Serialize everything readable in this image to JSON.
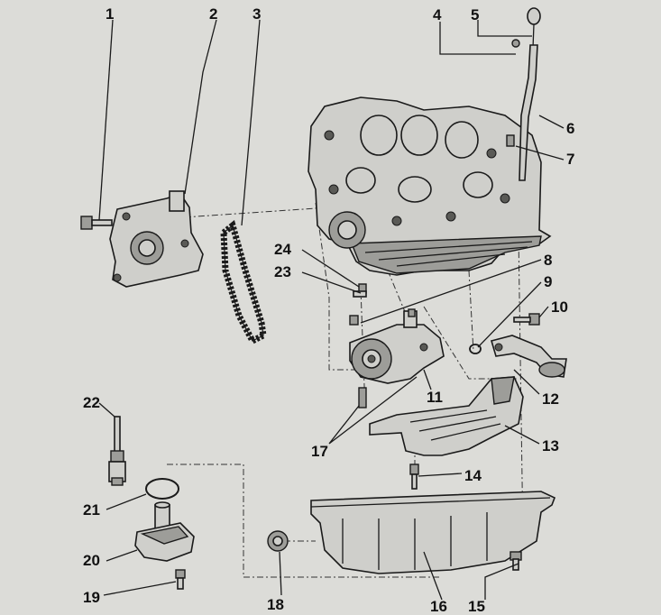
{
  "figure": {
    "background_color": "#dcdcd8",
    "line_color": "#1a1a1a",
    "callouts": [
      {
        "id": "c1",
        "label": "1"
      },
      {
        "id": "c2",
        "label": "2"
      },
      {
        "id": "c3",
        "label": "3"
      },
      {
        "id": "c4",
        "label": "4"
      },
      {
        "id": "c5",
        "label": "5"
      },
      {
        "id": "c6",
        "label": "6"
      },
      {
        "id": "c7",
        "label": "7"
      },
      {
        "id": "c8",
        "label": "8"
      },
      {
        "id": "c9",
        "label": "9"
      },
      {
        "id": "c10",
        "label": "10"
      },
      {
        "id": "c11",
        "label": "11"
      },
      {
        "id": "c12",
        "label": "12"
      },
      {
        "id": "c13",
        "label": "13"
      },
      {
        "id": "c14",
        "label": "14"
      },
      {
        "id": "c15",
        "label": "15"
      },
      {
        "id": "c16",
        "label": "16"
      },
      {
        "id": "c17",
        "label": "17"
      },
      {
        "id": "c18",
        "label": "18"
      },
      {
        "id": "c19",
        "label": "19"
      },
      {
        "id": "c20",
        "label": "20"
      },
      {
        "id": "c21",
        "label": "21"
      },
      {
        "id": "c22",
        "label": "22"
      },
      {
        "id": "c23",
        "label": "23"
      },
      {
        "id": "c24",
        "label": "24"
      }
    ]
  }
}
